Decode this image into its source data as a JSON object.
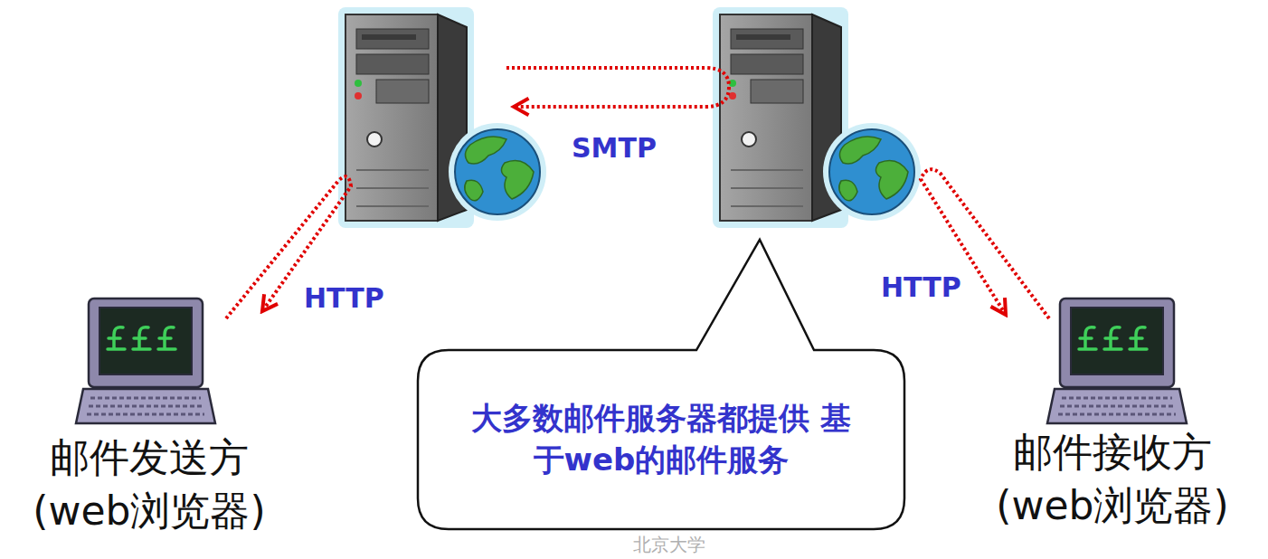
{
  "diagram": {
    "nodes": [
      {
        "text": [
          "邮件发送方 (web浏览器)"
        ]
      },
      {
        "text": [
          "大多数邮件服务器都提供 基于web的邮件服务"
        ]
      },
      {
        "text": [
          "邮件接收方 (web浏览器)"
        ]
      }
    ],
    "labels": [
      "SMTP",
      "HTTP",
      "HTTP",
      "北京大学"
    ]
  }
}
